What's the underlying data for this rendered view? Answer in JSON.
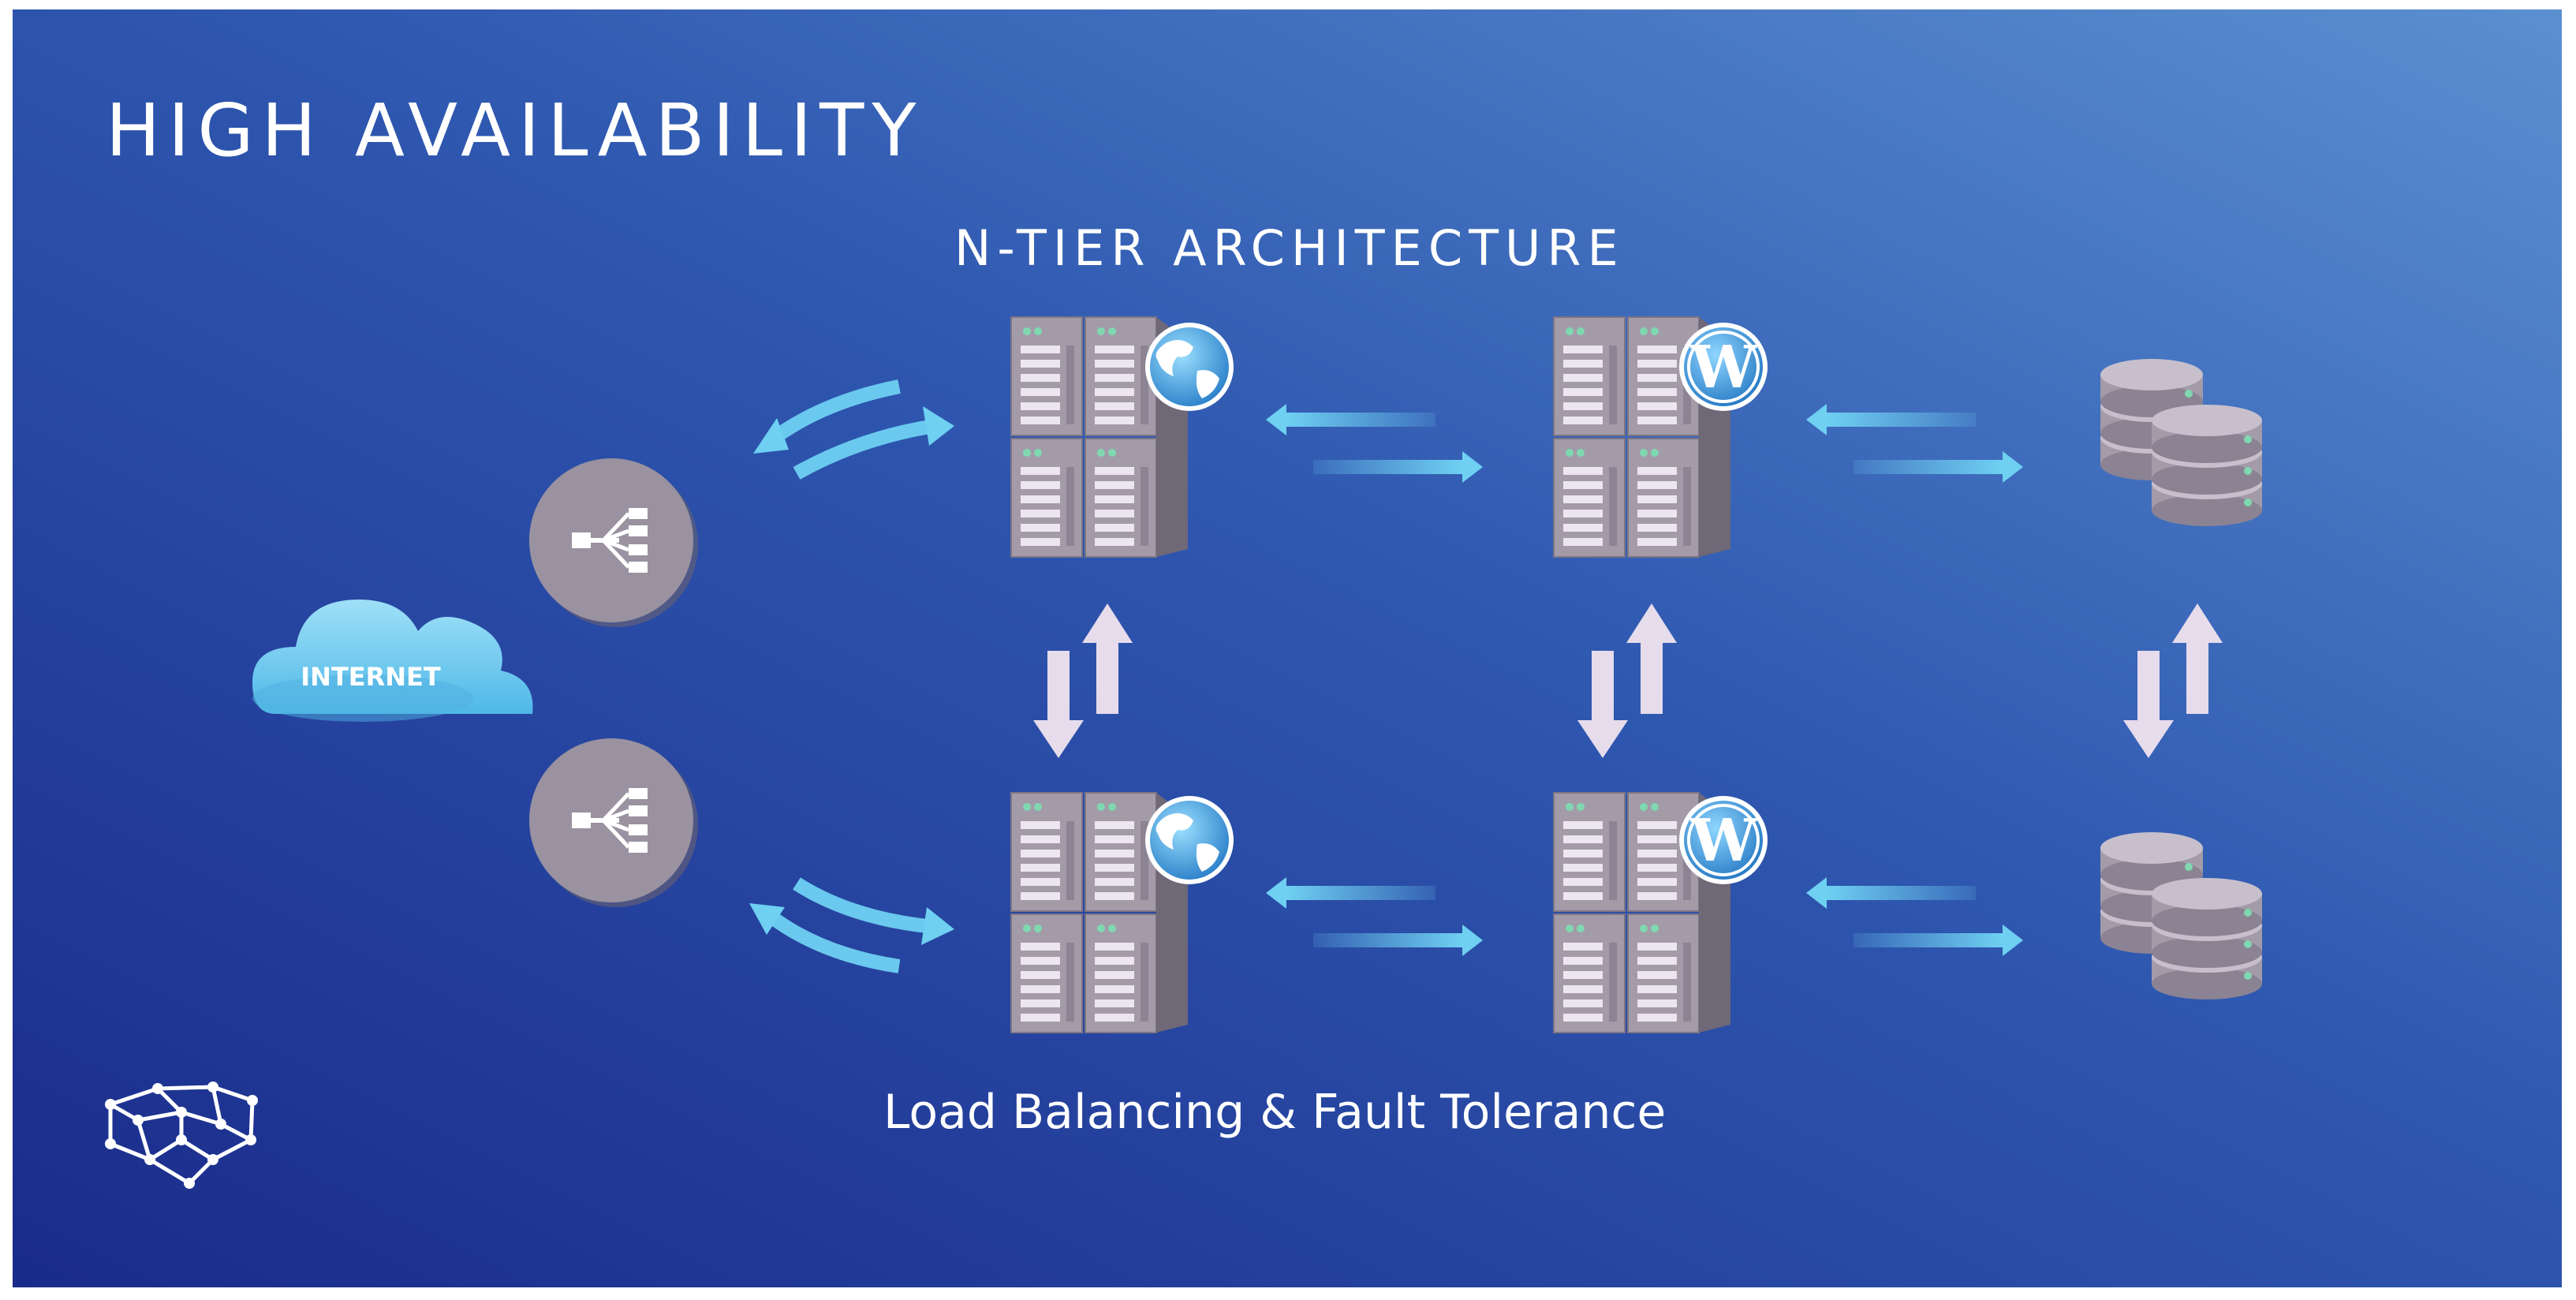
{
  "title": "HIGH AVAILABILITY",
  "subtitle": "N-TIER ARCHITECTURE",
  "caption": "Load Balancing & Fault Tolerance",
  "internet": {
    "label": "INTERNET",
    "icon": "cloud-icon"
  },
  "load_balancers": [
    {
      "icon": "load-balancer-icon"
    },
    {
      "icon": "load-balancer-icon"
    }
  ],
  "tiers": [
    {
      "name": "web",
      "icon": "globe-icon",
      "nodes": 2
    },
    {
      "name": "app",
      "icon": "wordpress-icon",
      "letter": "W",
      "nodes": 2
    },
    {
      "name": "db",
      "icon": "database-icon",
      "nodes": 2
    }
  ],
  "logo": {
    "icon": "brain-logo-icon"
  },
  "colors": {
    "background_start": "#1a2f8e",
    "background_end": "#5187c9",
    "arrow": "#6fd0f2",
    "server": "#a39ba8",
    "lb_circle": "#9a92a0",
    "cloud": "#7fd0f0",
    "vertical_arrow": "#e6dcec",
    "text": "#ffffff"
  }
}
